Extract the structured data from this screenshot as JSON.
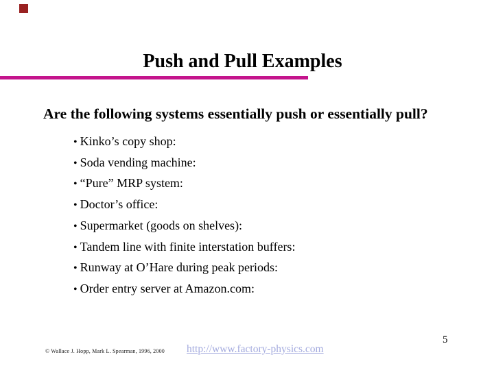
{
  "slide": {
    "title": "Push and Pull Examples",
    "question": "Are the following systems essentially push or essentially pull?",
    "bullets": [
      "Kinko’s copy shop:",
      "Soda vending machine:",
      "“Pure” MRP system:",
      "Doctor’s office:",
      "Supermarket (goods on shelves):",
      "Tandem line with finite interstation buffers:",
      "Runway at O’Hare during peak periods:",
      "Order entry server at Amazon.com:"
    ]
  },
  "footer": {
    "copyright": "© Wallace J. Hopp, Mark L. Spearman, 1996, 2000",
    "link": "http://www.factory-physics.com",
    "page_number": "5"
  },
  "colors": {
    "accent_rule": "#c4148c",
    "link": "#a3aade",
    "logo_square": "#992121"
  }
}
